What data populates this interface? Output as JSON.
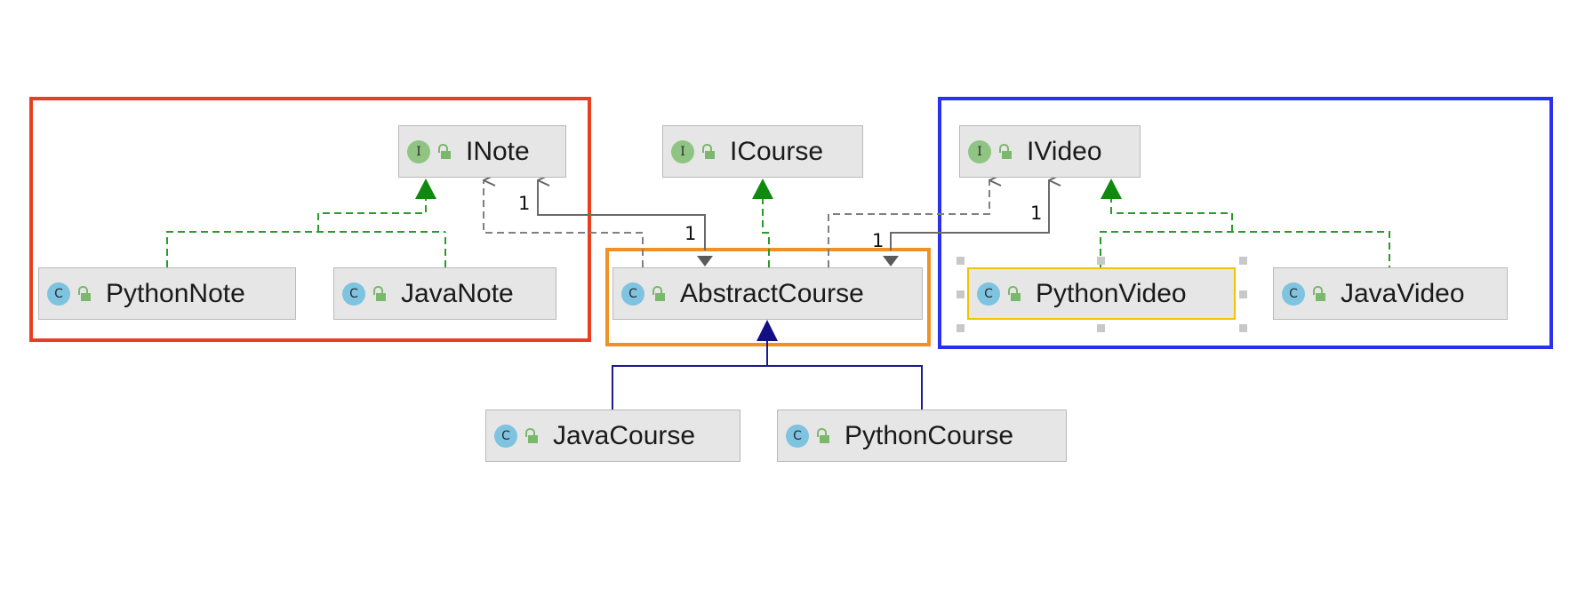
{
  "colors": {
    "red_group": "#e8401f",
    "orange_group": "#ef9124",
    "blue_group": "#2a30f0",
    "implements_line": "#2a9a2a",
    "inherit_line": "#1b1b8f",
    "dependency_line": "#808080",
    "association_line": "#6a6a6a",
    "selection": "#f3c200"
  },
  "nodes": {
    "inote": {
      "label": "INote",
      "kind": "interface",
      "badge": "I"
    },
    "icourse": {
      "label": "ICourse",
      "kind": "interface",
      "badge": "I"
    },
    "ivideo": {
      "label": "IVideo",
      "kind": "interface",
      "badge": "I"
    },
    "python_note": {
      "label": "PythonNote",
      "kind": "class",
      "badge": "C"
    },
    "java_note": {
      "label": "JavaNote",
      "kind": "class",
      "badge": "C"
    },
    "abstract_course": {
      "label": "AbstractCourse",
      "kind": "class",
      "badge": "C"
    },
    "python_video": {
      "label": "PythonVideo",
      "kind": "class",
      "badge": "C",
      "selected": true
    },
    "java_video": {
      "label": "JavaVideo",
      "kind": "class",
      "badge": "C"
    },
    "java_course": {
      "label": "JavaCourse",
      "kind": "class",
      "badge": "C"
    },
    "python_course": {
      "label": "PythonCourse",
      "kind": "class",
      "badge": "C"
    }
  },
  "multiplicities": {
    "inote_end": "1",
    "abstract_left_end": "1",
    "ivideo_end": "1",
    "abstract_right_end": "1"
  }
}
